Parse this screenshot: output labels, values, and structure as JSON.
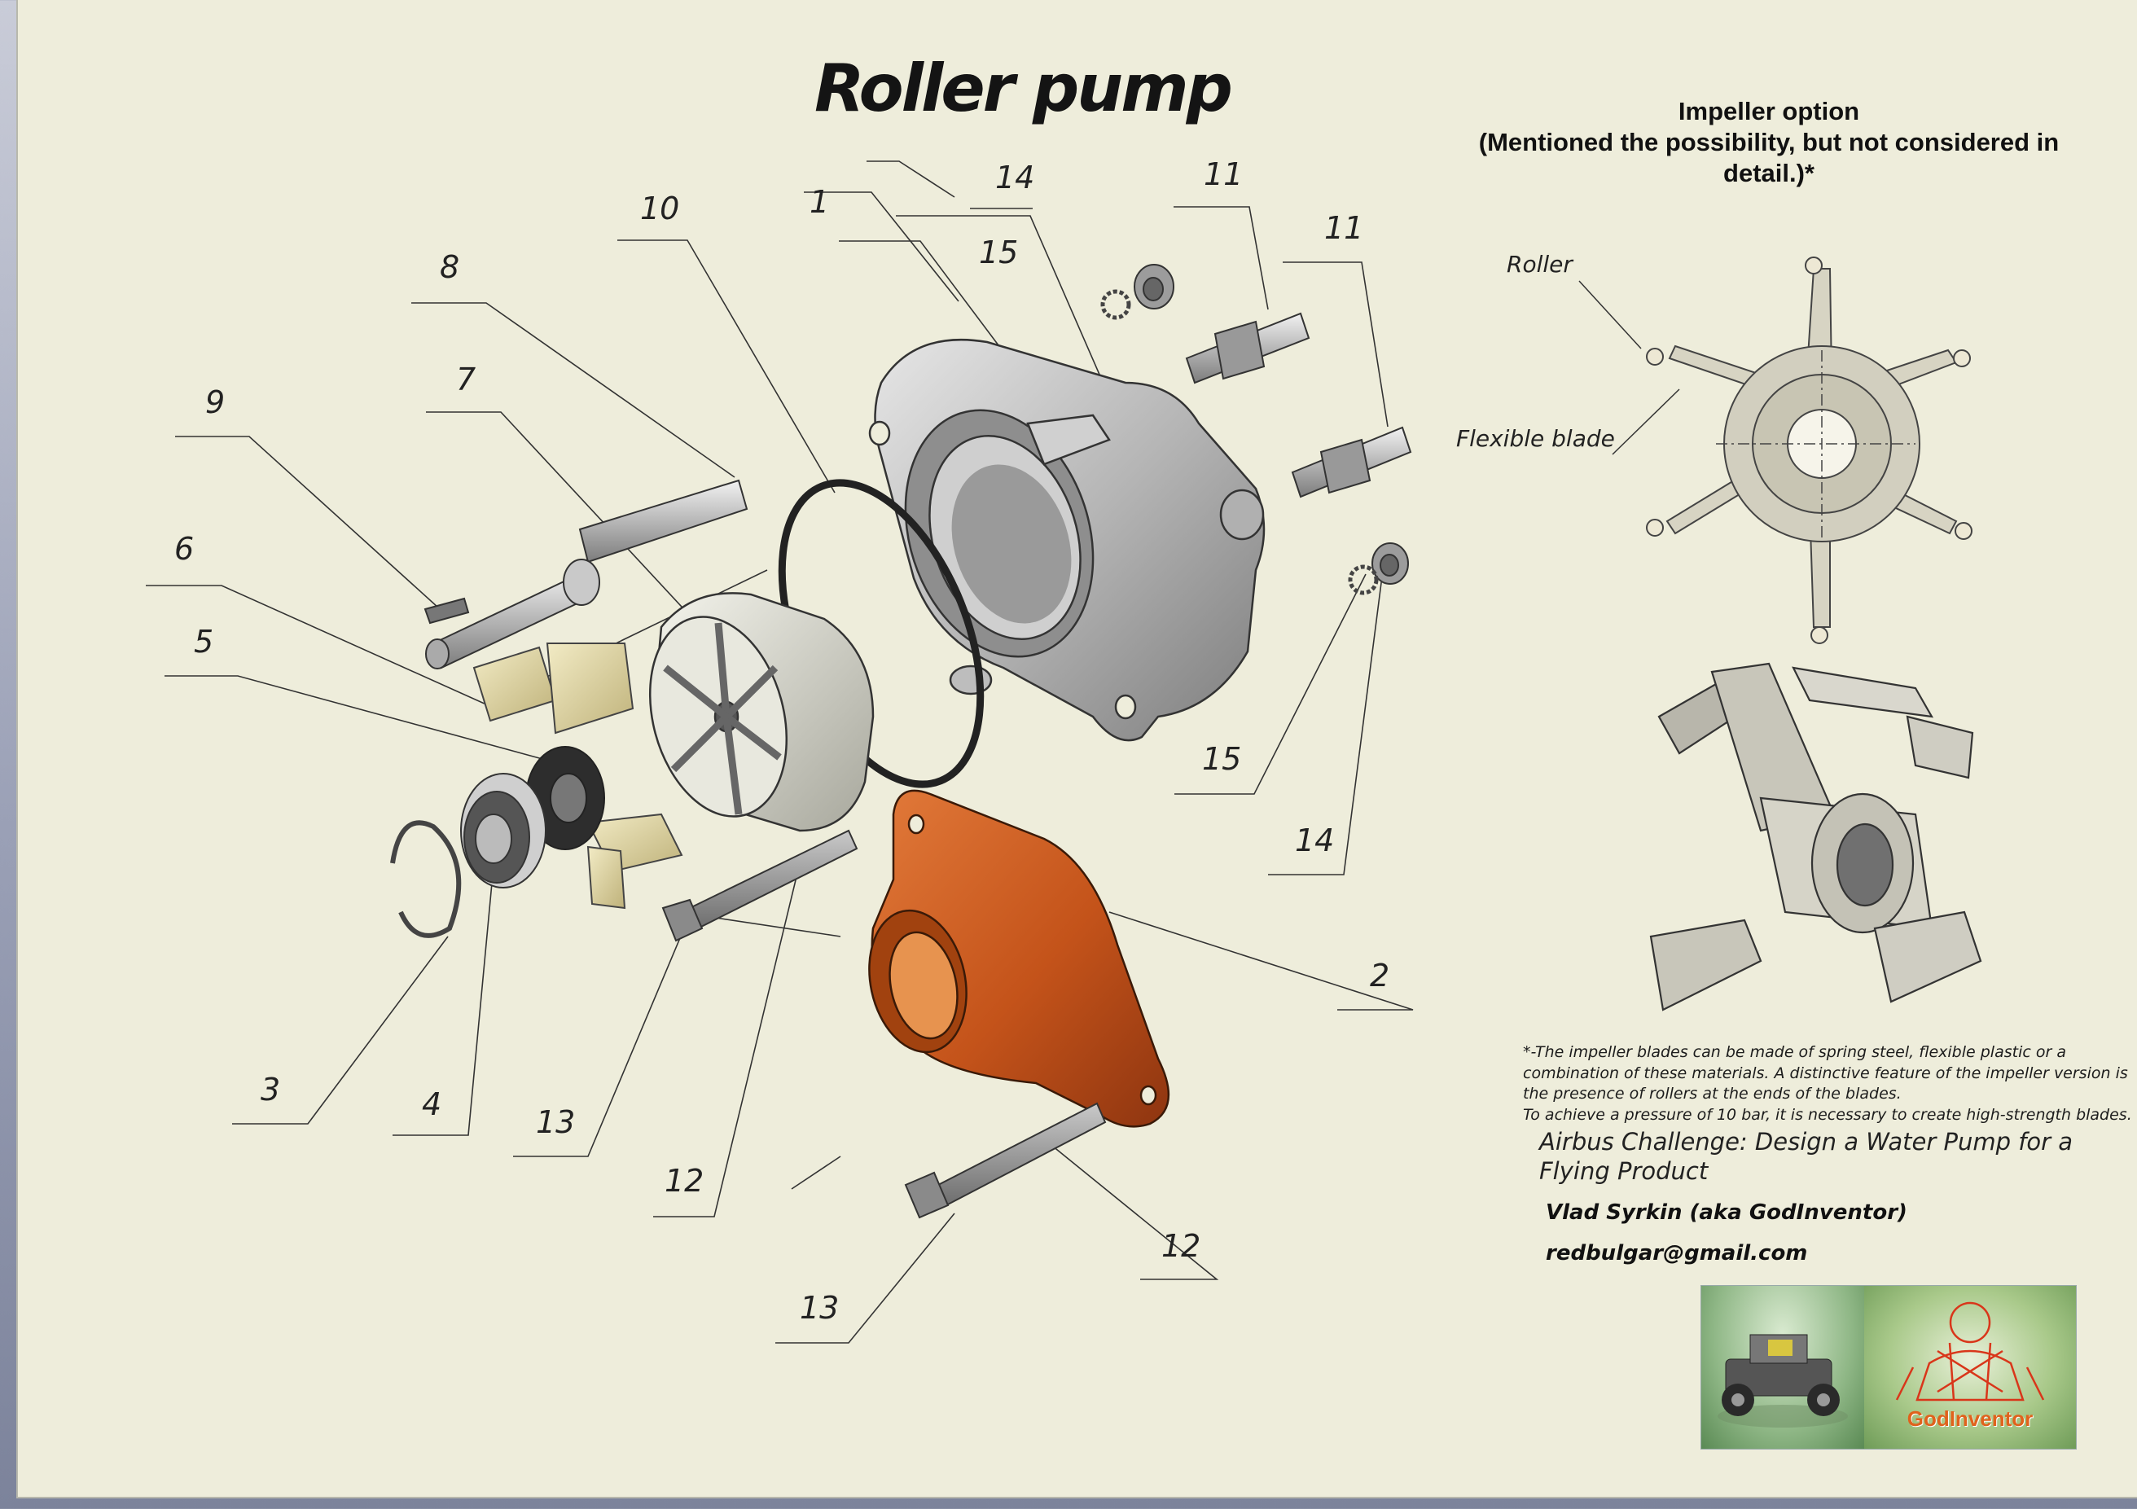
{
  "title": "Roller pump",
  "impeller": {
    "heading": "Impeller option",
    "subheading": "(Mentioned the possibility, but not considered in detail.)*",
    "roller_label": "Roller",
    "blade_label": "Flexible blade"
  },
  "callouts": {
    "c1": "1",
    "c2": "2",
    "c3": "3",
    "c4": "4",
    "c5": "5",
    "c6": "6",
    "c7": "7",
    "c8": "8",
    "c9": "9",
    "c10": "10",
    "c11a": "11",
    "c11b": "11",
    "c12a": "12",
    "c12b": "12",
    "c13a": "13",
    "c13b": "13",
    "c14a": "14",
    "c14b": "14",
    "c15a": "15",
    "c15b": "15"
  },
  "footnote": {
    "line1": "*-The impeller blades can be made of spring steel, flexible plastic or a",
    "line2": "combination of these materials. A distinctive feature of the impeller version is",
    "line3": "the presence of rollers at the ends of the blades.",
    "line4": "To achieve a pressure of 10 bar, it is necessary to create high-strength blades."
  },
  "challenge": "Airbus Challenge: Design a Water Pump for a Flying Product",
  "author": "Vlad Syrkin (aka GodInventor)",
  "email": "redbulgar@gmail.com",
  "logo_text": "GodInventor",
  "colors": {
    "sheet": "#eeeddb",
    "housing": "#b9b9b9",
    "cover": "#c8591c",
    "vane": "#d8cfa0",
    "rotor": "#dcdcd0"
  }
}
